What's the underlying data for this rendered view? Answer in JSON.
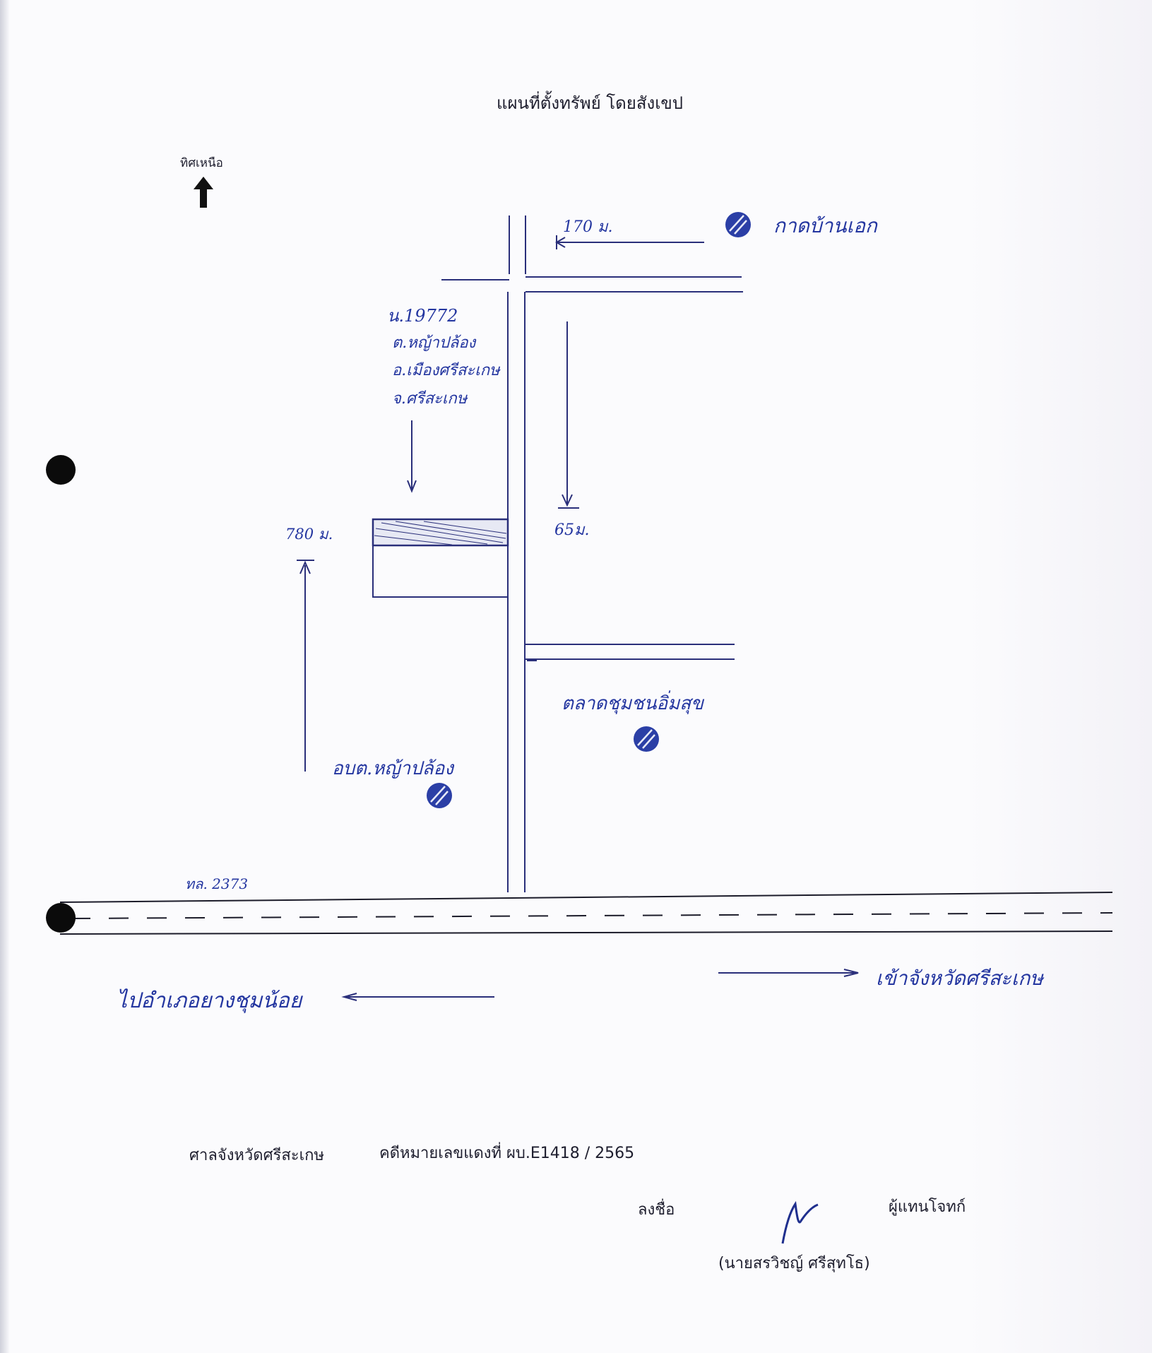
{
  "title": "แผนที่ตั้งทรัพย์ โดยสังเขป",
  "north_label": "ทิศเหนือ",
  "labels": {
    "dist_170": "170 ม.",
    "landmark_market_north": "กาดบ้านเอก",
    "deed_no": "น.19772",
    "subdistrict": "ต.หญ้าปล้อง",
    "district": "อ.เมืองศรีสะเกษ",
    "province": "จ.ศรีสะเกษ",
    "dist_780": "780 ม.",
    "dist_65": "65ม.",
    "community_market": "ตลาดชุมชนอิ่มสุข",
    "sao_office": "อบต.หญ้าปล้อง",
    "highway": "ทล. 2373",
    "to_district": "ไปอำเภอยางชุมน้อย",
    "to_province": "เข้าจังหวัดศรีสะเกษ"
  },
  "footer": {
    "court": "ศาลจังหวัดศรีสะเกษ",
    "case_label": "คดีหมายเลขแดงที่ ผบ.E1418 /",
    "case_value": "2565",
    "sign_label": "ลงชื่อ",
    "sign_role": "ผู้แทนโจทก์",
    "signer_name": "(นายสรวิชญ์ ศรีสุทโธ)"
  }
}
